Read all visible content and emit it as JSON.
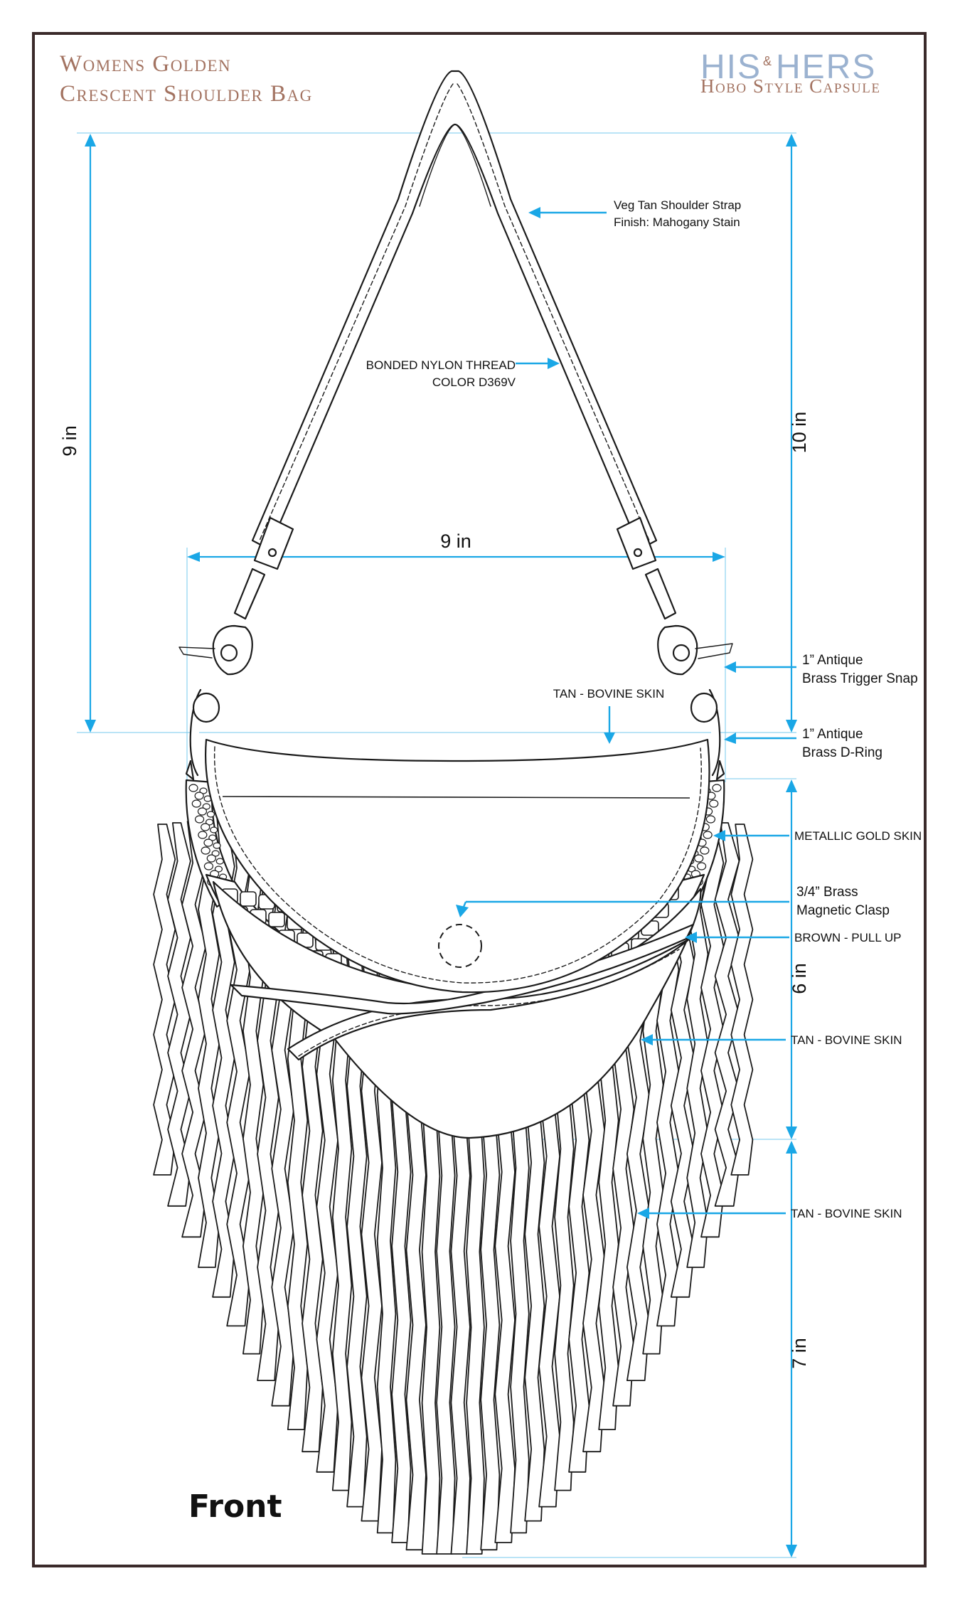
{
  "title": {
    "line1": "Womens Golden",
    "line2": "Crescent Shoulder Bag"
  },
  "brand": {
    "his": "HIS",
    "amp": "&",
    "hers": "HERS",
    "subtitle": "Hobo Style Capsule"
  },
  "view_label": "Front",
  "dimensions": {
    "strap_drop": "9 in",
    "total_strap_height": "10 in",
    "bag_width": "9 in",
    "body_height": "6 in",
    "fringe_length": "7 in"
  },
  "callouts": {
    "strap": {
      "line1": "Veg Tan Shoulder Strap",
      "line2": "Finish: Mahogany Stain"
    },
    "thread": {
      "line1": "BONDED NYLON THREAD",
      "line2": "COLOR D369V"
    },
    "trigger_snap": {
      "line1": "1” Antique",
      "line2": "Brass Trigger Snap"
    },
    "d_ring": {
      "line1": "1” Antique",
      "line2": "Brass D-Ring"
    },
    "top_panel": "TAN - BOVINE SKIN",
    "gold_trim": "METALLIC GOLD SKIN",
    "clasp": {
      "line1": "3/4” Brass",
      "line2": "Magnetic Clasp"
    },
    "croc_panel": "BROWN - PULL UP",
    "lower_panel": "TAN - BOVINE SKIN",
    "fringe": "TAN - BOVINE SKIN"
  },
  "colors": {
    "frame": "#3a2a2a",
    "dimension": "#1aa7e6",
    "title": "#a37361",
    "brand": "#9bb2d0",
    "ink": "#1b1b1b"
  }
}
